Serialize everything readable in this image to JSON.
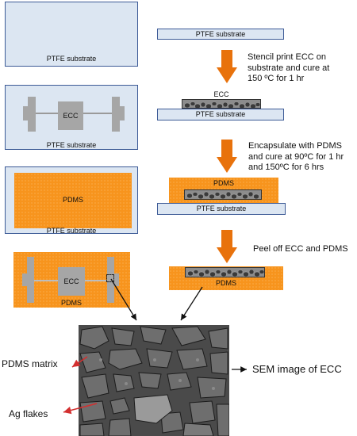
{
  "left_column": {
    "panel1_label": "PTFE substrate",
    "panel2_ecc": "ECC",
    "panel2_label": "PTFE substrate",
    "panel3_pdms": "PDMS",
    "panel3_label": "PTFE substrate",
    "panel4_ecc": "ECC",
    "panel4_pdms": "PDMS"
  },
  "right_column": {
    "xs1_label": "PTFE substrate",
    "xs2_ecc": "ECC",
    "xs2_label": "PTFE substrate",
    "xs3_pdms": "PDMS",
    "xs3_label": "PTFE substrate",
    "xs4_pdms": "PDMS"
  },
  "steps": {
    "step1": [
      "Stencil print ECC on",
      "substrate and cure at",
      "150 ºC for 1 hr"
    ],
    "step2": [
      "Encapsulate with PDMS",
      "and cure at 90ºC for 1 hr",
      "and 150ºC for 6 hrs"
    ],
    "step3": [
      "Peel off ECC and PDMS"
    ]
  },
  "sem": {
    "pdms_matrix_label": "PDMS matrix",
    "ag_flakes_label": "Ag flakes",
    "sem_caption": "SEM image of ECC"
  },
  "colors": {
    "substrate_fill": "#dce6f2",
    "substrate_border": "#3c5a96",
    "pdms_orange": "#f7941d",
    "arrow_orange": "#e8720c",
    "ecc_gray": "#a6a6a6",
    "pointer_red": "#d32f2f"
  }
}
